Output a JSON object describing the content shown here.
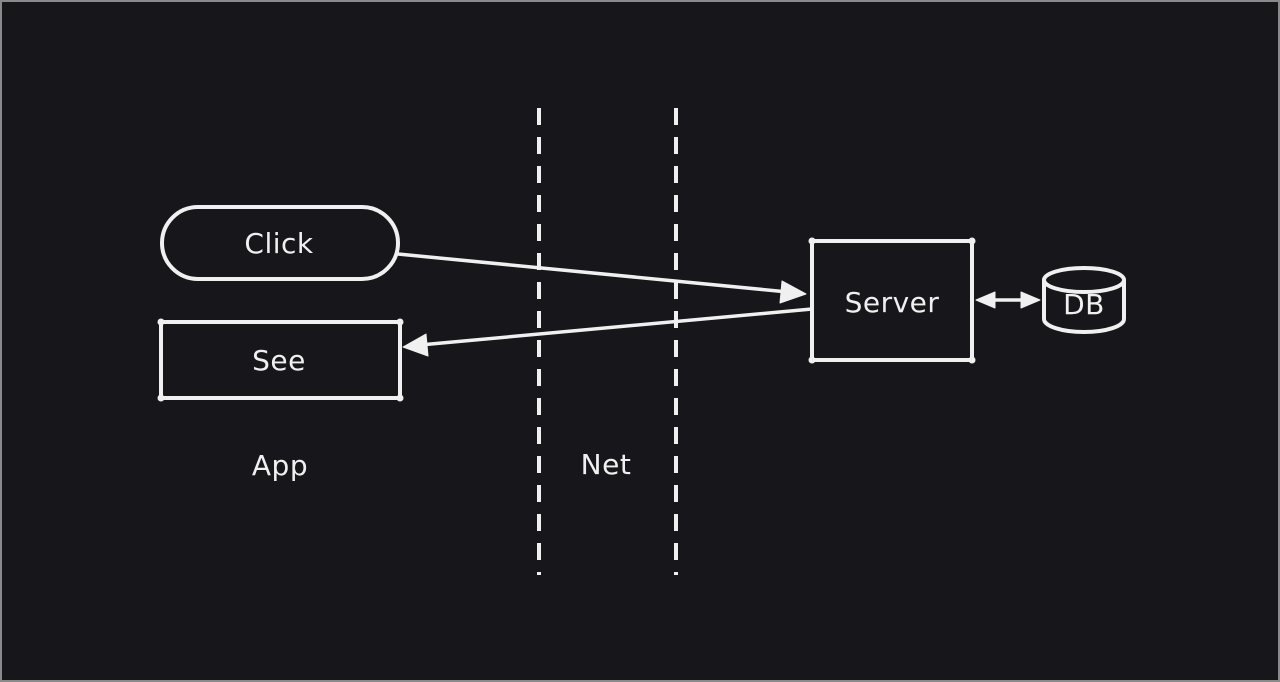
{
  "canvas": {
    "background": "#17171b",
    "frame_border": "#8a8a8a",
    "stroke_color": "#f0f0f0",
    "text_color": "#f0f0f0",
    "style": "hand-drawn-whiteboard"
  },
  "diagram": {
    "nodes": {
      "click": {
        "label": "Click",
        "shape": "stadium"
      },
      "see": {
        "label": "See",
        "shape": "rectangle"
      },
      "server": {
        "label": "Server",
        "shape": "rectangle"
      },
      "db": {
        "label": "DB",
        "shape": "cylinder"
      }
    },
    "zones": {
      "app": {
        "label": "App"
      },
      "net": {
        "label": "Net",
        "boundary_style": "two-vertical-dashed-lines"
      }
    },
    "edges": [
      {
        "from": "click",
        "to": "server",
        "direction": "one-way"
      },
      {
        "from": "server",
        "to": "see",
        "direction": "one-way"
      },
      {
        "from": "server",
        "to": "db",
        "direction": "two-way"
      }
    ]
  }
}
